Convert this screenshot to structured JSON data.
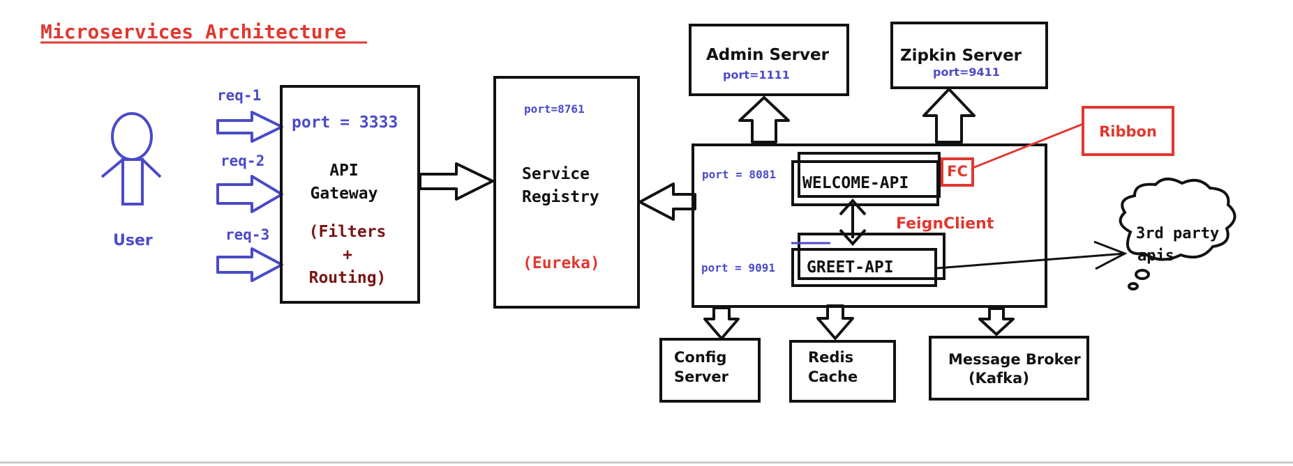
{
  "title": "Microservices Architecture",
  "user": {
    "label": "User"
  },
  "requests": [
    "req-1",
    "req-2",
    "req-3"
  ],
  "gateway": {
    "port": "port = 3333",
    "title_line1": "API",
    "title_line2": "Gateway",
    "sub_line1": "(Filters",
    "sub_line2": "+",
    "sub_line3": "Routing)"
  },
  "registry": {
    "port": "port=8761",
    "title_line1": "Service",
    "title_line2": "Registry",
    "sub": "(Eureka)"
  },
  "admin_server": {
    "label": "Admin Server",
    "port": "port=1111"
  },
  "zipkin_server": {
    "label": "Zipkin Server",
    "port": "port=9411"
  },
  "ribbon": {
    "label": "Ribbon"
  },
  "fc": {
    "label": "FC"
  },
  "welcome_api": {
    "label": "WELCOME-API",
    "port": "port = 8081"
  },
  "greet_api": {
    "label": "GREET-API",
    "port": "port = 9091"
  },
  "feign_client": {
    "label": "FeignClient"
  },
  "third_party": {
    "line1": "3rd party",
    "line2": "apis"
  },
  "config_server": {
    "line1": "Config",
    "line2": "Server"
  },
  "redis_cache": {
    "line1": "Redis",
    "line2": "Cache"
  },
  "message_broker": {
    "line1": "Message Broker",
    "line2": "(Kafka)"
  },
  "colors": {
    "blue": "#4a4ac8",
    "red": "#e0382f",
    "maroon": "#7a1414",
    "black": "#111111"
  }
}
